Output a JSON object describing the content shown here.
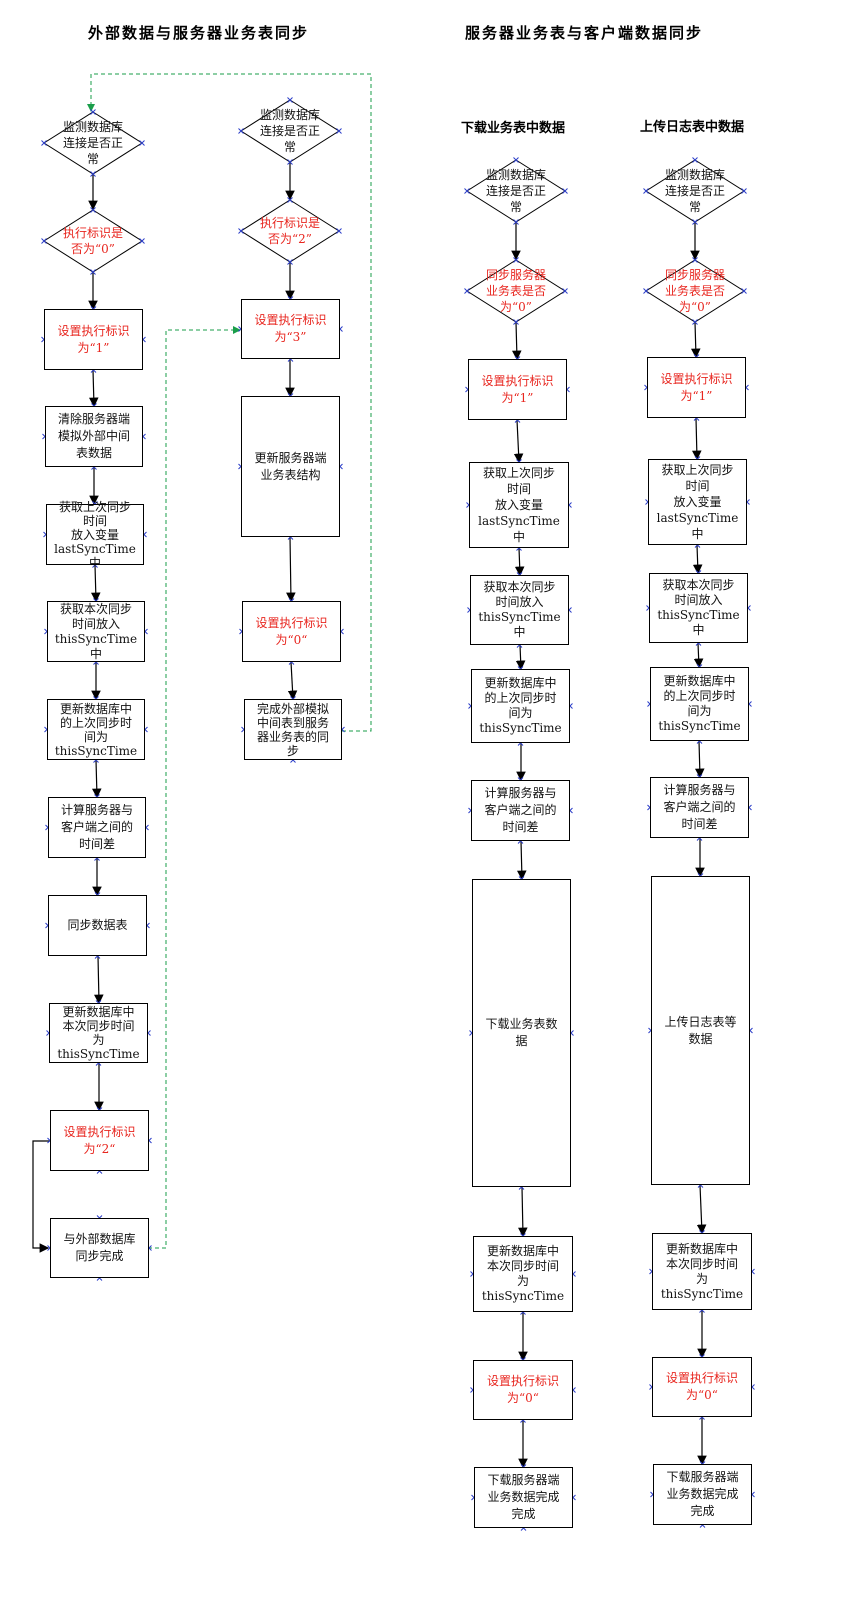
{
  "headers": {
    "left": "外部数据与服务器业务表同步",
    "right": "服务器业务表与客户端数据同步"
  },
  "subheaders": {
    "download": "下载业务表中数据",
    "upload": "上传日志表中数据"
  },
  "colors": {
    "red_text": "#e8261f",
    "dashed_link": "#1a9e4a",
    "marker": "#2a3cc8"
  },
  "flow1": {
    "check_db": "监测数据库\n连接是否正\n常",
    "flag_is_0": "执行标识是\n否为“0”",
    "set_flag_1": "设置执行标识\n为“1”",
    "clear_mock": "清除服务器端\n模拟外部中间\n表数据",
    "get_last": "获取上次同步\n时间\n放入变量\nlastSyncTime\n中",
    "get_this": "获取本次同步\n时间放入\nthisSyncTime\n中",
    "update_last": "更新数据库中\n的上次同步时\n间为\nthisSyncTime",
    "calc_diff": "计算服务器与\n客户端之间的\n时间差",
    "sync_tables": "同步数据表",
    "update_this": "更新数据库中\n本次同步时间\n为\nthisSyncTime",
    "set_flag_2": "设置执行标识\n为“2“",
    "done": "与外部数据库\n同步完成"
  },
  "flow2": {
    "check_db": "监测数据库\n连接是否正\n常",
    "flag_is_2": "执行标识是\n否为“2”",
    "set_flag_3": "设置执行标识\n为“3”",
    "update_struct": "更新服务器端\n业务表结构",
    "set_flag_0": "设置执行标识\n为“0“",
    "done": "完成外部模拟\n中间表到服务\n器业务表的同\n步"
  },
  "flow3": {
    "check_db": "监测数据库\n连接是否正\n常",
    "sync_flag": "同步服务器\n业务表是否\n为“0”",
    "set_flag_1": "设置执行标识\n为“1”",
    "get_last": "获取上次同步\n时间\n放入变量\nlastSyncTime\n中",
    "get_this": "获取本次同步\n时间放入\nthisSyncTime\n中",
    "update_last": "更新数据库中\n的上次同步时\n间为\nthisSyncTime",
    "calc_diff": "计算服务器与\n客户端之间的\n时间差",
    "download_data": "下载业务表数\n据",
    "update_this": "更新数据库中\n本次同步时间\n为\nthisSyncTime",
    "set_flag_0": "设置执行标识\n为“0“",
    "done": "下载服务器端\n业务数据完成\n完成"
  },
  "flow4": {
    "check_db": "监测数据库\n连接是否正\n常",
    "sync_flag": "同步服务器\n业务表是否\n为“0”",
    "set_flag_1": "设置执行标识\n为“1”",
    "get_last": "获取上次同步\n时间\n放入变量\nlastSyncTime\n中",
    "get_this": "获取本次同步\n时间放入\nthisSyncTime\n中",
    "update_last": "更新数据库中\n的上次同步时\n间为\nthisSyncTime",
    "calc_diff": "计算服务器与\n客户端之间的\n时间差",
    "upload_data": "上传日志表等\n数据",
    "update_this": "更新数据库中\n本次同步时间\n为\nthisSyncTime",
    "set_flag_0": "设置执行标识\n为“0“",
    "done": "下载服务器端\n业务数据完成\n完成"
  }
}
